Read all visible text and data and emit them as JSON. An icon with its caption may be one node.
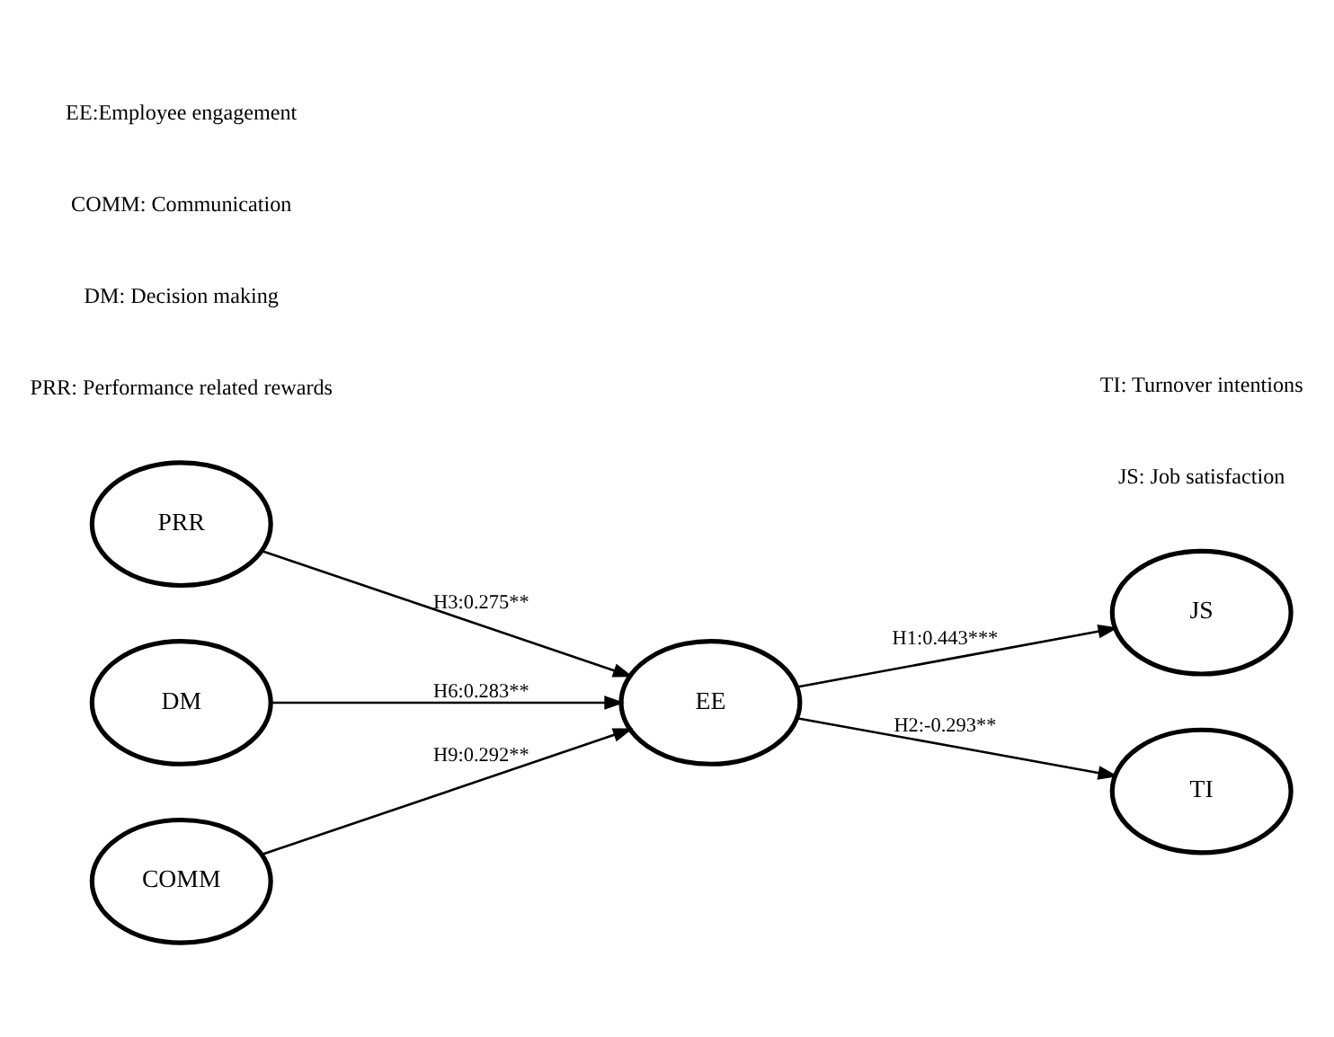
{
  "diagram": {
    "nodes": [
      {
        "text": [
          "PRR"
        ]
      },
      {
        "text": [
          "DM"
        ]
      },
      {
        "text": [
          "COMM"
        ]
      },
      {
        "text": [
          "EE"
        ]
      },
      {
        "text": [
          "JS"
        ]
      },
      {
        "text": [
          "TI"
        ]
      }
    ],
    "edges": [
      {
        "from": 0,
        "to": 3,
        "arrow": "to",
        "label": "H3:0.275**"
      },
      {
        "from": 1,
        "to": 3,
        "arrow": "to",
        "label": "H6:0.283**"
      },
      {
        "from": 2,
        "to": 3,
        "arrow": "to",
        "label": "H9:0.292**"
      },
      {
        "from": 3,
        "to": 4,
        "arrow": "to",
        "label": "H1:0.443***"
      },
      {
        "from": 3,
        "to": 5,
        "arrow": "to",
        "label": "H2:-0.293**"
      }
    ],
    "labels": [
      "PRR: Performance related rewards",
      "JS: Job satisfaction",
      "DM: Decision making",
      "TI: Turnover intentions",
      "COMM: Communication",
      "EE:Employee engagement"
    ]
  }
}
